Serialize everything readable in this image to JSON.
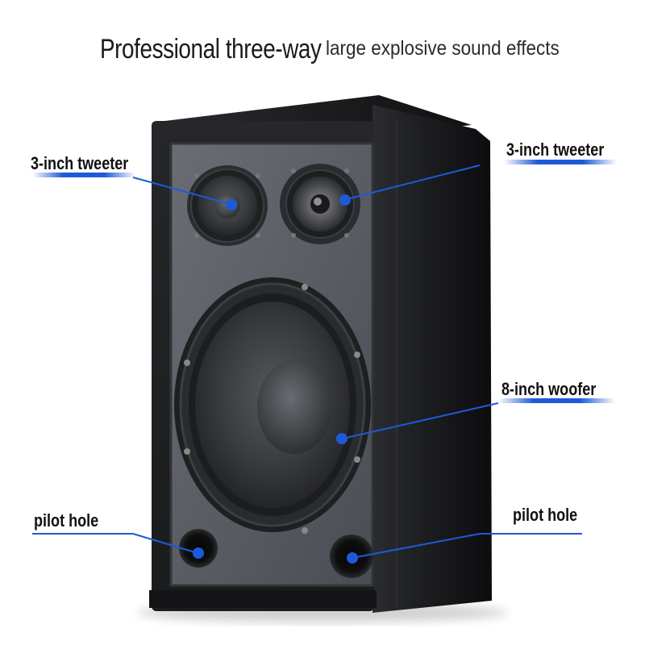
{
  "heading": {
    "main": "Professional three-way",
    "sub": "large explosive sound effects"
  },
  "callouts": {
    "tweeter_left": "3-inch tweeter",
    "tweeter_right": "3-inch tweeter",
    "woofer": "8-inch woofer",
    "pilot_hole_left": "pilot hole",
    "pilot_hole_right": "pilot hole"
  },
  "colors": {
    "accent": "#1e5ad8",
    "cabinet": "#1c1c1e",
    "grille_panel": "#5c5f66",
    "background": "#ffffff"
  },
  "icons": {
    "product": "speaker-cabinet-icon"
  }
}
